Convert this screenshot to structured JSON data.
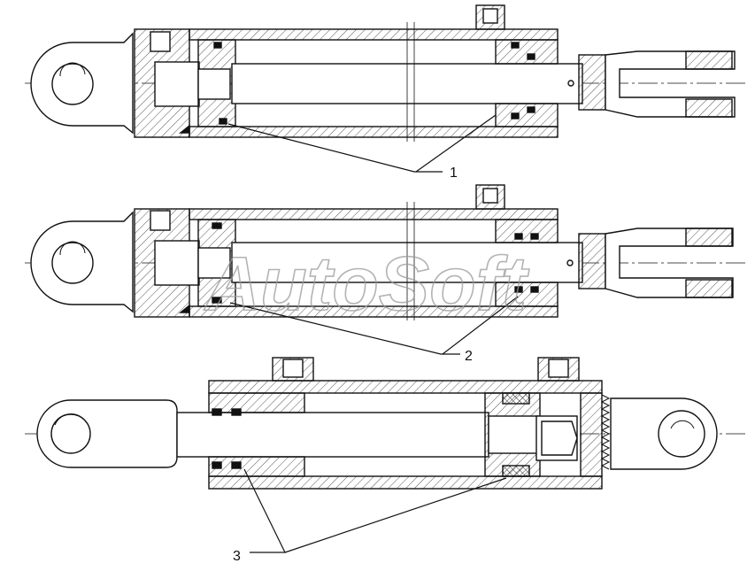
{
  "callouts": [
    {
      "label": "1"
    },
    {
      "label": "2"
    },
    {
      "label": "3"
    }
  ],
  "watermark": {
    "text": "AutoSoft"
  },
  "colors": {
    "line": "#111111",
    "hatch": "#444444",
    "watermark": "#9a9a9a"
  }
}
